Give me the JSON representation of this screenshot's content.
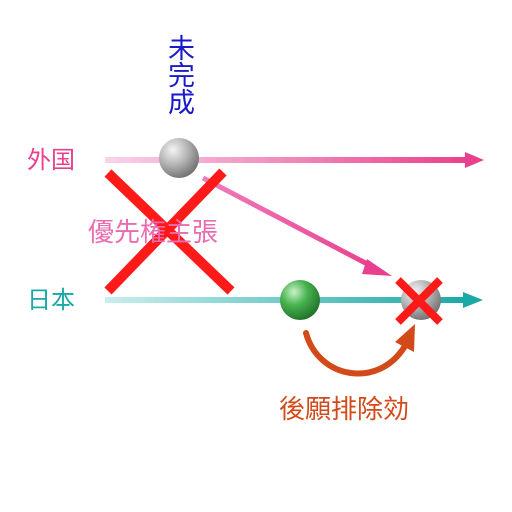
{
  "labels": {
    "unfinished": "未完成",
    "foreign": "外国",
    "japan": "日本",
    "priority_claim": "優先権主張",
    "later_application_exclusion": "後願排除効"
  },
  "colors": {
    "foreign": "#e8408f",
    "japan": "#1aa9a6",
    "unfinished": "#1a1acc",
    "later_exclusion": "#d34a1a",
    "cross": "#ff0000",
    "grey_ball": "#9a9a9a",
    "green_ball": "#2e9b3b"
  }
}
